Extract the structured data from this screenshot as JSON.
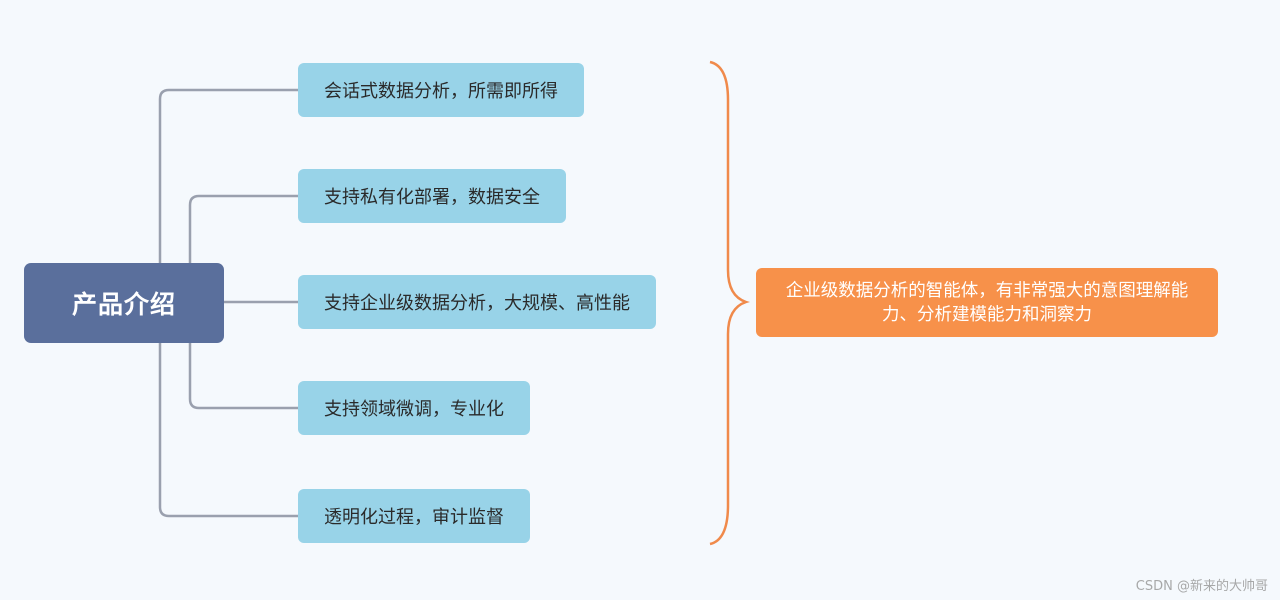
{
  "root": {
    "label": "产品介绍"
  },
  "branches": [
    {
      "label": "会话式数据分析，所需即所得"
    },
    {
      "label": "支持私有化部署，数据安全"
    },
    {
      "label": "支持企业级数据分析，大规模、高性能"
    },
    {
      "label": "支持领域微调，专业化"
    },
    {
      "label": "透明化过程，审计监督"
    }
  ],
  "summary": {
    "label": "企业级数据分析的智能体，有非常强大的意图理解能力、分析建模能力和洞察力"
  },
  "watermark": {
    "label": "CSDN @新来的大帅哥"
  },
  "colors": {
    "background": "#f5f9fd",
    "root_fill": "#5a6f9c",
    "branch_fill": "#98d3e8",
    "summary_fill": "#f7914a",
    "connector": "#9aa0ae",
    "brace": "#f08a4b"
  }
}
